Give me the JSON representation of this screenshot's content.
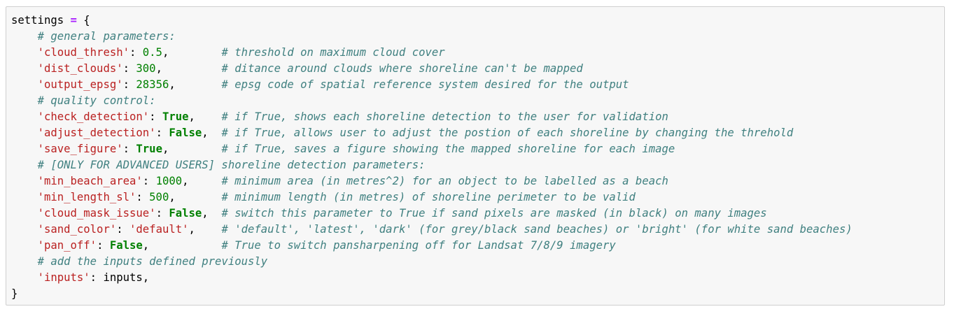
{
  "code_cell": {
    "lines": [
      [
        [
          "name",
          "settings"
        ],
        [
          "ws",
          " "
        ],
        [
          "op",
          "="
        ],
        [
          "ws",
          " "
        ],
        [
          "punct",
          "{"
        ]
      ],
      [
        [
          "ws",
          "    "
        ],
        [
          "comment",
          "# general parameters:"
        ]
      ],
      [
        [
          "ws",
          "    "
        ],
        [
          "str",
          "'cloud_thresh'"
        ],
        [
          "punct",
          ": "
        ],
        [
          "num",
          "0.5"
        ],
        [
          "punct",
          ","
        ],
        [
          "ws",
          "        "
        ],
        [
          "comment",
          "# threshold on maximum cloud cover"
        ]
      ],
      [
        [
          "ws",
          "    "
        ],
        [
          "str",
          "'dist_clouds'"
        ],
        [
          "punct",
          ": "
        ],
        [
          "num",
          "300"
        ],
        [
          "punct",
          ","
        ],
        [
          "ws",
          "         "
        ],
        [
          "comment",
          "# ditance around clouds where shoreline can't be mapped"
        ]
      ],
      [
        [
          "ws",
          "    "
        ],
        [
          "str",
          "'output_epsg'"
        ],
        [
          "punct",
          ": "
        ],
        [
          "num",
          "28356"
        ],
        [
          "punct",
          ","
        ],
        [
          "ws",
          "       "
        ],
        [
          "comment",
          "# epsg code of spatial reference system desired for the output"
        ]
      ],
      [
        [
          "ws",
          "    "
        ],
        [
          "comment",
          "# quality control:"
        ]
      ],
      [
        [
          "ws",
          "    "
        ],
        [
          "str",
          "'check_detection'"
        ],
        [
          "punct",
          ": "
        ],
        [
          "kw",
          "True"
        ],
        [
          "punct",
          ","
        ],
        [
          "ws",
          "    "
        ],
        [
          "comment",
          "# if True, shows each shoreline detection to the user for validation"
        ]
      ],
      [
        [
          "ws",
          "    "
        ],
        [
          "str",
          "'adjust_detection'"
        ],
        [
          "punct",
          ": "
        ],
        [
          "kw",
          "False"
        ],
        [
          "punct",
          ","
        ],
        [
          "ws",
          "  "
        ],
        [
          "comment",
          "# if True, allows user to adjust the postion of each shoreline by changing the threhold"
        ]
      ],
      [
        [
          "ws",
          "    "
        ],
        [
          "str",
          "'save_figure'"
        ],
        [
          "punct",
          ": "
        ],
        [
          "kw",
          "True"
        ],
        [
          "punct",
          ","
        ],
        [
          "ws",
          "        "
        ],
        [
          "comment",
          "# if True, saves a figure showing the mapped shoreline for each image"
        ]
      ],
      [
        [
          "ws",
          "    "
        ],
        [
          "comment",
          "# [ONLY FOR ADVANCED USERS] shoreline detection parameters:"
        ]
      ],
      [
        [
          "ws",
          "    "
        ],
        [
          "str",
          "'min_beach_area'"
        ],
        [
          "punct",
          ": "
        ],
        [
          "num",
          "1000"
        ],
        [
          "punct",
          ","
        ],
        [
          "ws",
          "     "
        ],
        [
          "comment",
          "# minimum area (in metres^2) for an object to be labelled as a beach"
        ]
      ],
      [
        [
          "ws",
          "    "
        ],
        [
          "str",
          "'min_length_sl'"
        ],
        [
          "punct",
          ": "
        ],
        [
          "num",
          "500"
        ],
        [
          "punct",
          ","
        ],
        [
          "ws",
          "       "
        ],
        [
          "comment",
          "# minimum length (in metres) of shoreline perimeter to be valid"
        ]
      ],
      [
        [
          "ws",
          "    "
        ],
        [
          "str",
          "'cloud_mask_issue'"
        ],
        [
          "punct",
          ": "
        ],
        [
          "kw",
          "False"
        ],
        [
          "punct",
          ","
        ],
        [
          "ws",
          "  "
        ],
        [
          "comment",
          "# switch this parameter to True if sand pixels are masked (in black) on many images"
        ]
      ],
      [
        [
          "ws",
          "    "
        ],
        [
          "str",
          "'sand_color'"
        ],
        [
          "punct",
          ": "
        ],
        [
          "str",
          "'default'"
        ],
        [
          "punct",
          ","
        ],
        [
          "ws",
          "    "
        ],
        [
          "comment",
          "# 'default', 'latest', 'dark' (for grey/black sand beaches) or 'bright' (for white sand beaches)"
        ]
      ],
      [
        [
          "ws",
          "    "
        ],
        [
          "str",
          "'pan_off'"
        ],
        [
          "punct",
          ": "
        ],
        [
          "kw",
          "False"
        ],
        [
          "punct",
          ","
        ],
        [
          "ws",
          "           "
        ],
        [
          "comment",
          "# True to switch pansharpening off for Landsat 7/8/9 imagery"
        ]
      ],
      [
        [
          "ws",
          "    "
        ],
        [
          "comment",
          "# add the inputs defined previously"
        ]
      ],
      [
        [
          "ws",
          "    "
        ],
        [
          "str",
          "'inputs'"
        ],
        [
          "punct",
          ": "
        ],
        [
          "name",
          "inputs"
        ],
        [
          "punct",
          ","
        ]
      ],
      [
        [
          "punct",
          "}"
        ]
      ]
    ]
  },
  "colors": {
    "cell_background": "#f7f7f7",
    "cell_border": "#cfcfcf",
    "string": "#ba2121",
    "number": "#008000",
    "keyword": "#008000",
    "comment": "#408080",
    "operator": "#aa22ff"
  }
}
